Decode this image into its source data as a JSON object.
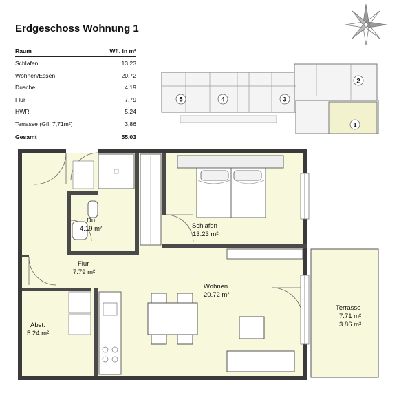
{
  "title": "Erdgeschoss Wohnung 1",
  "table": {
    "header": {
      "room": "Raum",
      "area": "Wfl. in m²"
    },
    "rows": [
      {
        "room": "Schlafen",
        "area": "13,23"
      },
      {
        "room": "Wohnen/Essen",
        "area": "20,72"
      },
      {
        "room": "Dusche",
        "area": "4,19"
      },
      {
        "room": "Flur",
        "area": "7,79"
      },
      {
        "room": "HWR",
        "area": "5,24"
      },
      {
        "room": "Terrasse (Gfl. 7,71m²)",
        "area": "3,86"
      }
    ],
    "total": {
      "room": "Gesamt",
      "area": "55,03"
    }
  },
  "key_plan": {
    "units": [
      "5",
      "4",
      "3",
      "2",
      "1"
    ]
  },
  "rooms": {
    "du": {
      "name": "Du.",
      "area": "4.19 m²"
    },
    "schlafen": {
      "name": "Schlafen",
      "area": "13.23 m²"
    },
    "flur": {
      "name": "Flur",
      "area": "7.79 m²"
    },
    "wohnen": {
      "name": "Wohnen",
      "area": "20.72 m²"
    },
    "abst": {
      "name": "Abst.",
      "area": "5.24 m²"
    },
    "terrasse": {
      "name": "Terrasse",
      "area1": "7.71 m²",
      "area2": "3.86 m²"
    }
  },
  "colors": {
    "floor": "#f7f8dc",
    "wall": "#3a3a3a",
    "key_highlight": "#f2f2cf"
  }
}
